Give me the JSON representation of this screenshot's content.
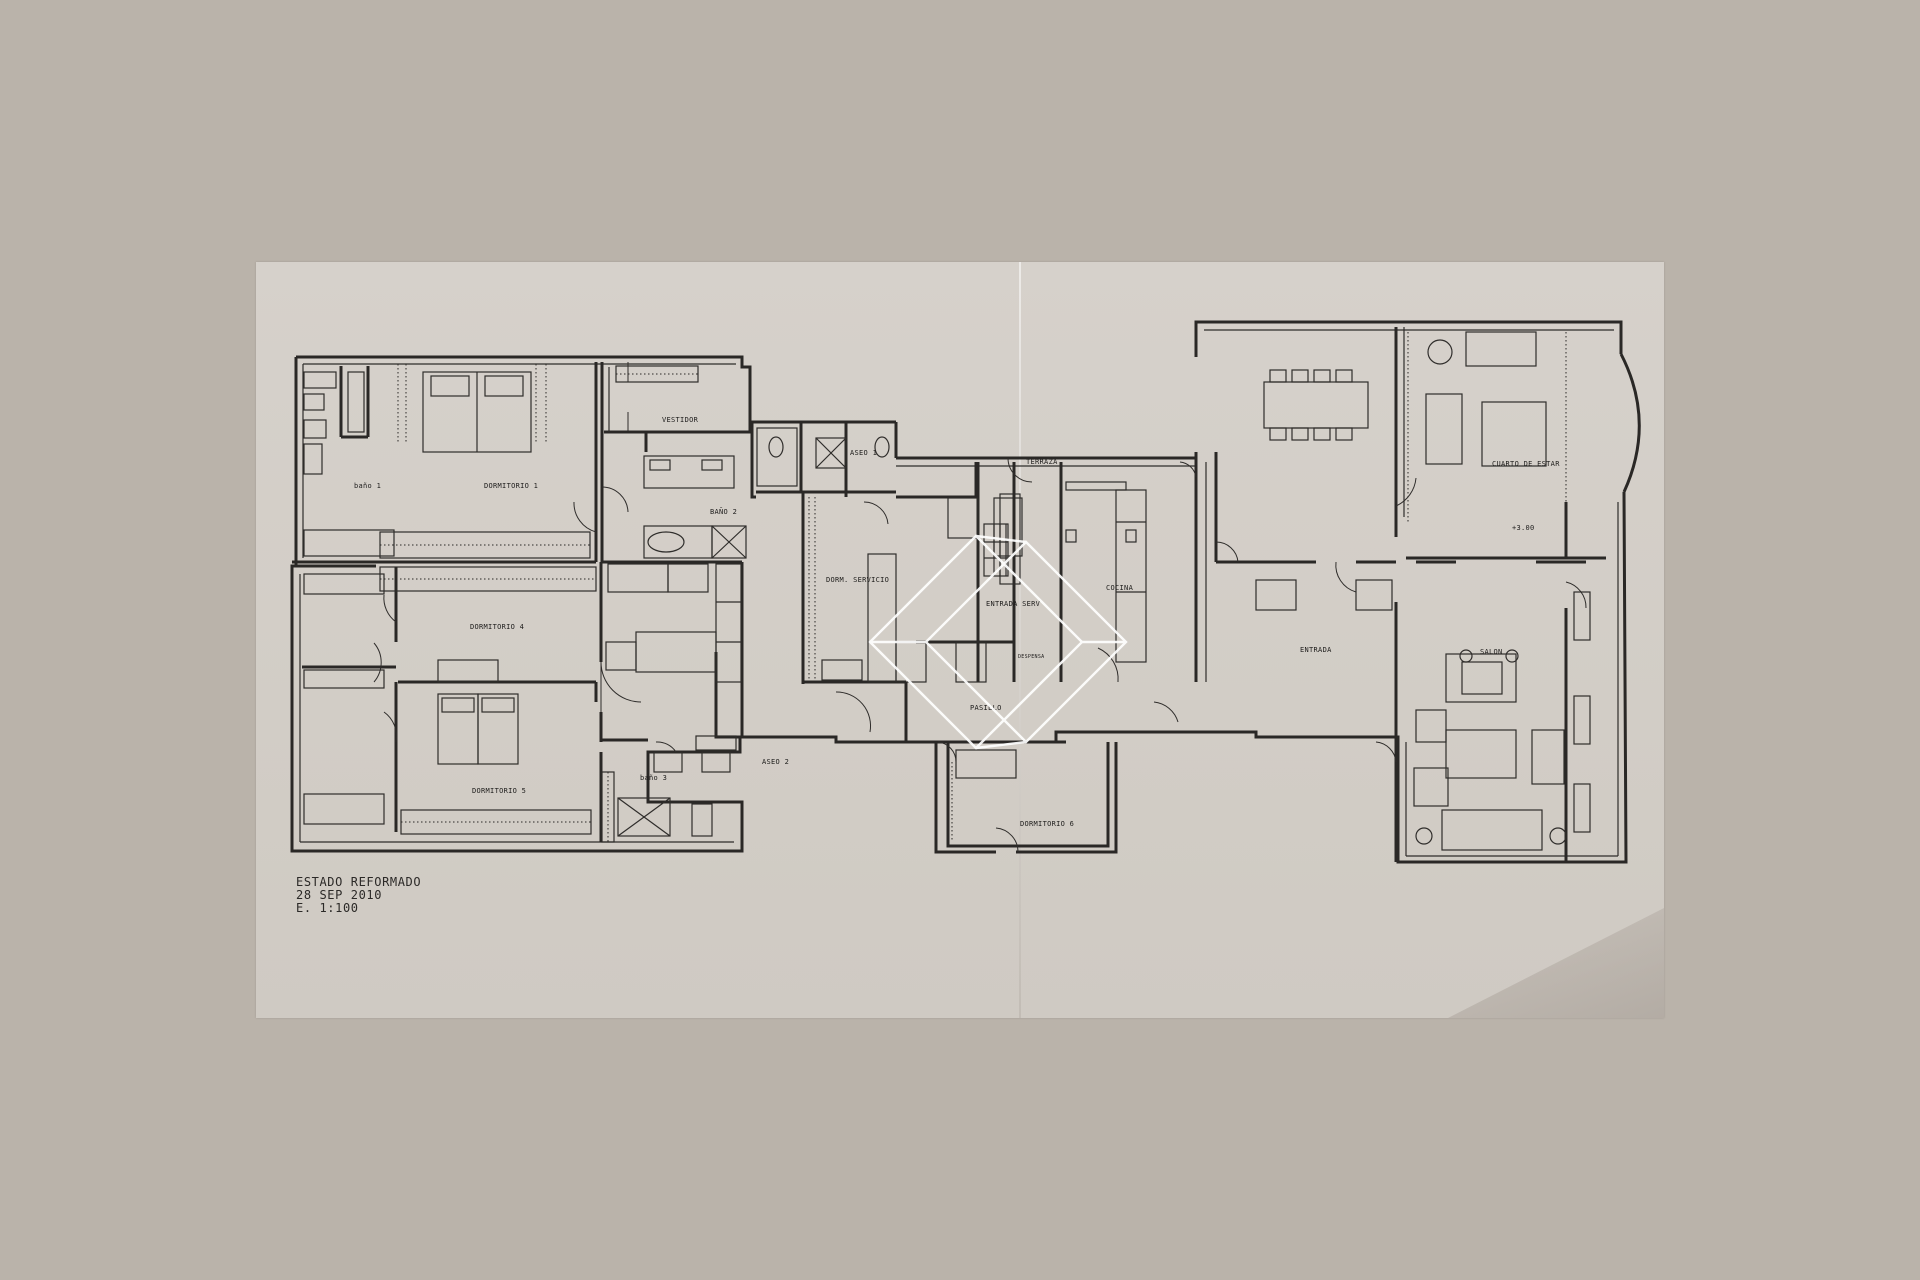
{
  "plan": {
    "rooms": {
      "bano1": "baño 1",
      "dormitorio1": "DORMITORIO 1",
      "vestidor": "VESTIDOR",
      "bano2": "BAÑO 2",
      "aseo1": "ASEO 1",
      "terraza": "TERRAZA",
      "dormitorio4": "DORMITORIO 4",
      "dormServicio": "DORM. SERVICIO",
      "entradaServ": "ENTRADA SERV",
      "cocina": "COCINA",
      "entrada": "ENTRADA",
      "cuartoEstar": "CUARTO DE ESTAR",
      "nivel": "+3.00",
      "salon": "SALON",
      "despensa": "DESPENSA",
      "pasillo": "PASILLO",
      "dormitorio5": "DORMITORIO 5",
      "bano3": "baño 3",
      "aseo2": "ASEO 2",
      "dormitorio6": "DORMITORIO 6"
    },
    "stamp": {
      "line1": "ESTADO REFORMADO",
      "line2": "28 SEP 2010",
      "line3": "E. 1:100"
    }
  },
  "colors": {
    "background": "#bab3aa",
    "paper": "#d4cfc8",
    "ink": "#2a2826",
    "watermark": "#ffffff"
  }
}
